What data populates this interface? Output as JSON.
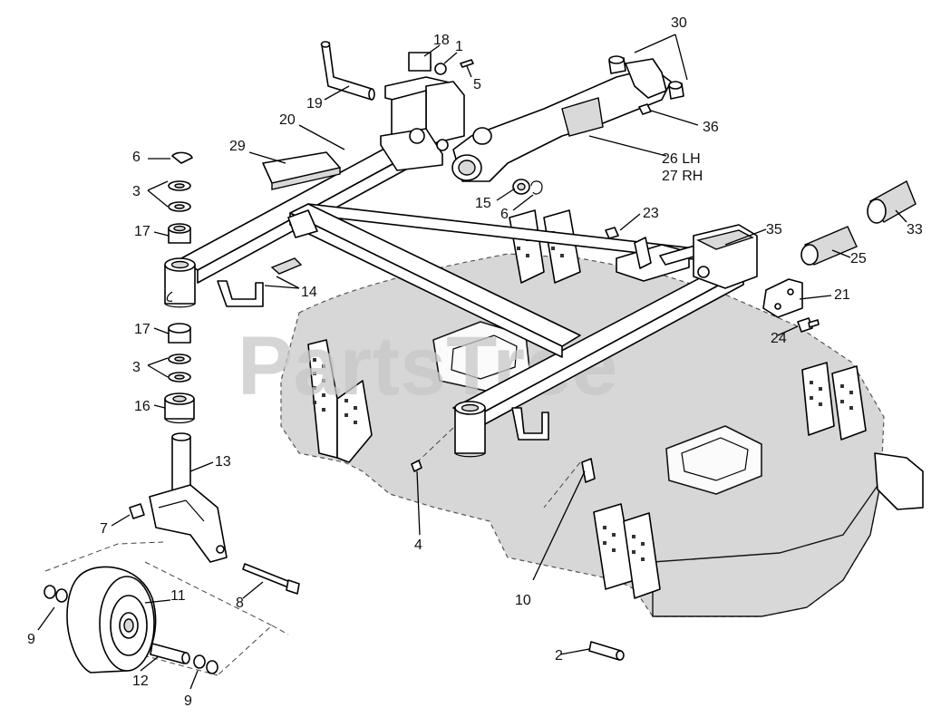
{
  "watermark": "PartsTree",
  "callouts": [
    {
      "id": "c30",
      "text": "30"
    },
    {
      "id": "c18",
      "text": "18"
    },
    {
      "id": "c1",
      "text": "1"
    },
    {
      "id": "c5",
      "text": "5"
    },
    {
      "id": "c19",
      "text": "19"
    },
    {
      "id": "c36",
      "text": "36"
    },
    {
      "id": "c20",
      "text": "20"
    },
    {
      "id": "c29",
      "text": "29"
    },
    {
      "id": "c26",
      "text": "26 LH"
    },
    {
      "id": "c27",
      "text": "27 RH"
    },
    {
      "id": "c6a",
      "text": "6"
    },
    {
      "id": "c15",
      "text": "15"
    },
    {
      "id": "c6b",
      "text": "6"
    },
    {
      "id": "c3a",
      "text": "3"
    },
    {
      "id": "c23",
      "text": "23"
    },
    {
      "id": "c33",
      "text": "33"
    },
    {
      "id": "c17a",
      "text": "17"
    },
    {
      "id": "c35",
      "text": "35"
    },
    {
      "id": "c25",
      "text": "25"
    },
    {
      "id": "c14",
      "text": "14"
    },
    {
      "id": "c21",
      "text": "21"
    },
    {
      "id": "c17b",
      "text": "17"
    },
    {
      "id": "c24",
      "text": "24"
    },
    {
      "id": "c3b",
      "text": "3"
    },
    {
      "id": "c16",
      "text": "16"
    },
    {
      "id": "c13",
      "text": "13"
    },
    {
      "id": "c7",
      "text": "7"
    },
    {
      "id": "c4",
      "text": "4"
    },
    {
      "id": "c8",
      "text": "8"
    },
    {
      "id": "c11",
      "text": "11"
    },
    {
      "id": "c10",
      "text": "10"
    },
    {
      "id": "c9a",
      "text": "9"
    },
    {
      "id": "c12",
      "text": "12"
    },
    {
      "id": "c2",
      "text": "2"
    },
    {
      "id": "c9b",
      "text": "9"
    }
  ]
}
